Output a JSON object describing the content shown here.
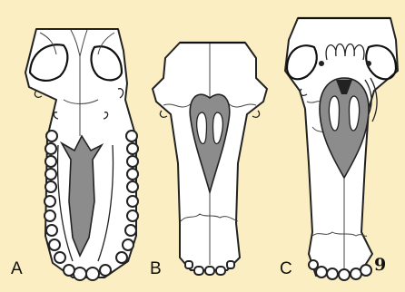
{
  "figure": {
    "panels": [
      {
        "label": "A"
      },
      {
        "label": "B"
      },
      {
        "label": "C"
      }
    ],
    "figure_number": "9"
  },
  "colors": {
    "background": "#fbeec2",
    "bone": "#ffffff",
    "highlight": "#8c8c8c",
    "outline": "#222222"
  }
}
